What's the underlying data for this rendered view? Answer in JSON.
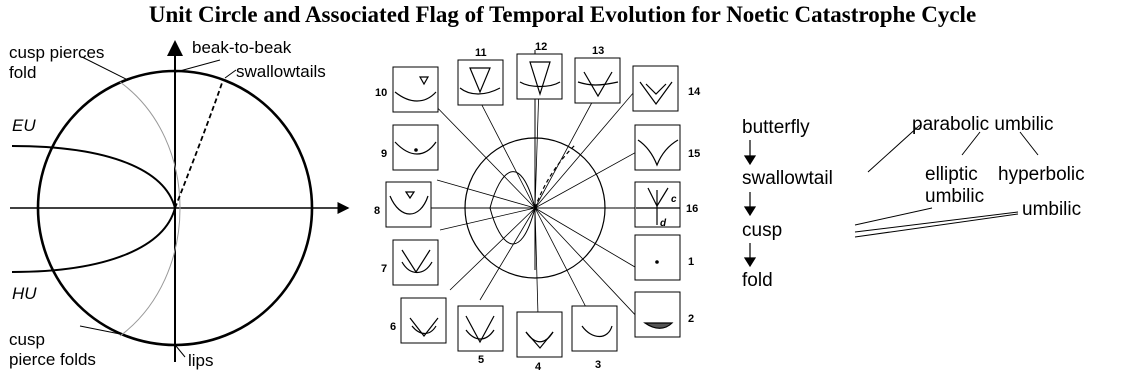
{
  "title": "Unit Circle and Associated Flag of Temporal Evolution for Noetic Catastrophe Cycle",
  "left_panel": {
    "labels": {
      "cusp_pierces_fold_1": "cusp pierces",
      "cusp_pierces_fold_2": "fold",
      "beak_to_beak": "beak-to-beak",
      "swallowtails": "swallowtails",
      "eu": "EU",
      "hu": "HU",
      "cusp_pierce_folds_1": "cusp",
      "cusp_pierce_folds_2": "pierce folds",
      "lips": "lips"
    }
  },
  "middle_panel": {
    "box_numbers": [
      "1",
      "2",
      "3",
      "4",
      "5",
      "6",
      "7",
      "8",
      "9",
      "10",
      "11",
      "12",
      "13",
      "14",
      "15",
      "16"
    ],
    "axis_c": "c",
    "axis_d": "d"
  },
  "right_panel": {
    "flag": [
      "butterfly",
      "swallowtail",
      "cusp",
      "fold"
    ],
    "umbilics": {
      "parabolic": "parabolic umbilic",
      "elliptic_1": "elliptic",
      "elliptic_2": "umbilic",
      "hyperbolic_1": "hyperbolic",
      "hyperbolic_2": "umbilic"
    }
  }
}
